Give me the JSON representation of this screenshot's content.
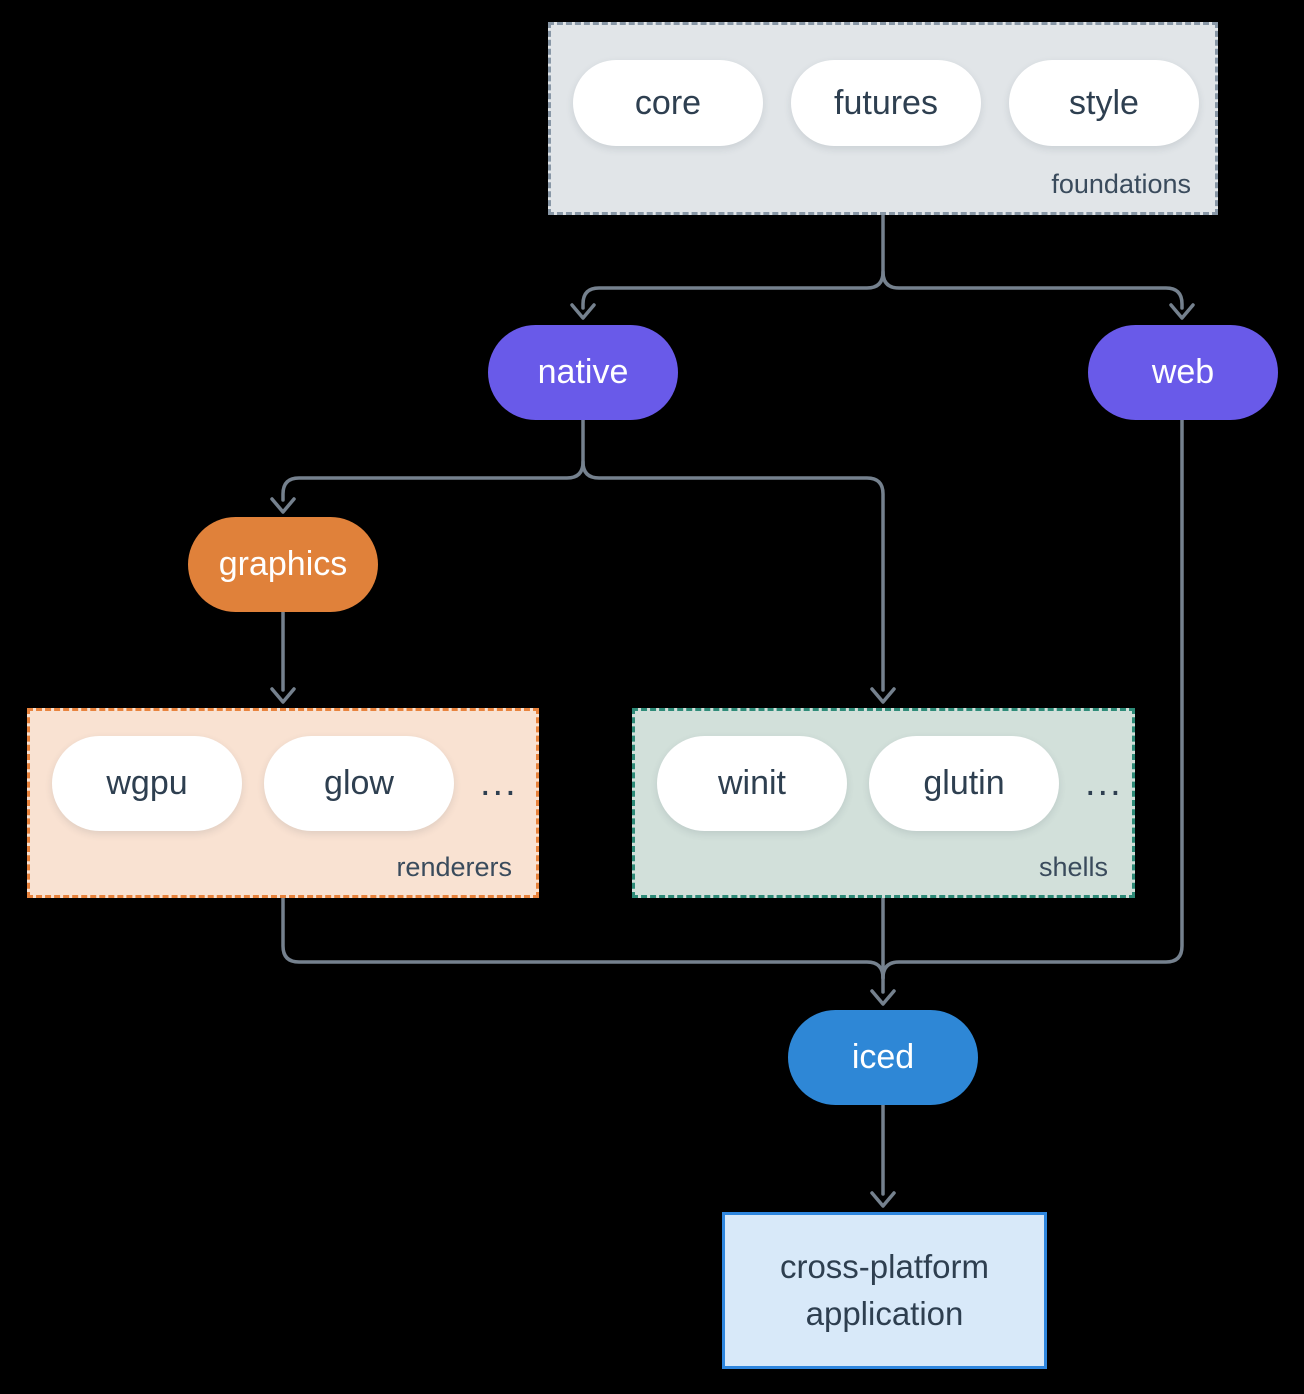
{
  "colors": {
    "background": "#000000",
    "line": "#75818e",
    "text_dark": "#2e3f50",
    "text_light": "#ffffff",
    "purple": "#695ae9",
    "orange": "#e0813a",
    "blue": "#2e87d6",
    "foundations_bg": "#e1e5e8",
    "foundations_border": "#8897a6",
    "renderers_bg": "#f9e2d2",
    "renderers_border": "#e8833d",
    "shells_bg": "#d2e0da",
    "shells_border": "#2e8b78",
    "app_bg": "#d8e9f9",
    "app_border": "#2e86de"
  },
  "groups": {
    "foundations": {
      "label": "foundations",
      "pills": [
        "core",
        "futures",
        "style"
      ]
    },
    "renderers": {
      "label": "renderers",
      "pills": [
        "wgpu",
        "glow"
      ],
      "ellipsis": "..."
    },
    "shells": {
      "label": "shells",
      "pills": [
        "winit",
        "glutin"
      ],
      "ellipsis": "..."
    }
  },
  "nodes": {
    "native": "native",
    "web": "web",
    "graphics": "graphics",
    "iced": "iced",
    "application": {
      "line1": "cross-platform",
      "line2": "application"
    }
  },
  "edges": [
    "foundations -> native",
    "foundations -> web",
    "native -> graphics",
    "native -> shells",
    "graphics -> renderers",
    "renderers -> iced",
    "shells -> iced",
    "web -> iced",
    "iced -> application"
  ]
}
